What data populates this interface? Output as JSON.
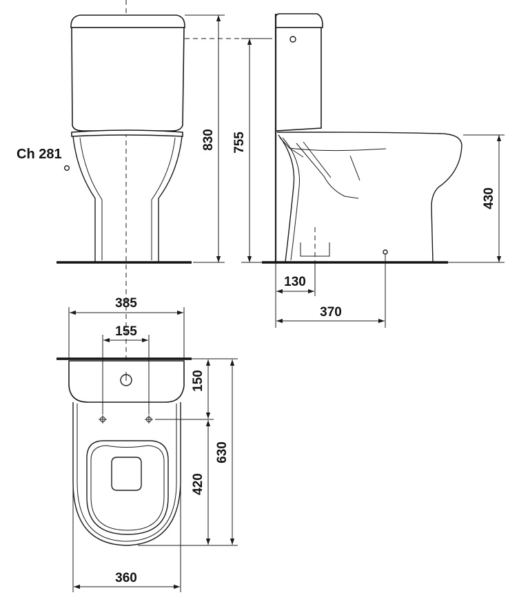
{
  "model": {
    "label": "Ch 281"
  },
  "dimensions": {
    "front_total_height": "830",
    "side_inlet_height": "755",
    "side_seat_height": "430",
    "side_outlet_offset": "130",
    "side_outlet_center": "370",
    "top_tank_width": "385",
    "top_holes_spacing": "155",
    "top_tank_depth": "150",
    "top_total_depth": "630",
    "top_bowl_depth": "420",
    "top_bowl_width": "360"
  },
  "colors": {
    "line": "#1a1a1a",
    "background": "#ffffff"
  }
}
